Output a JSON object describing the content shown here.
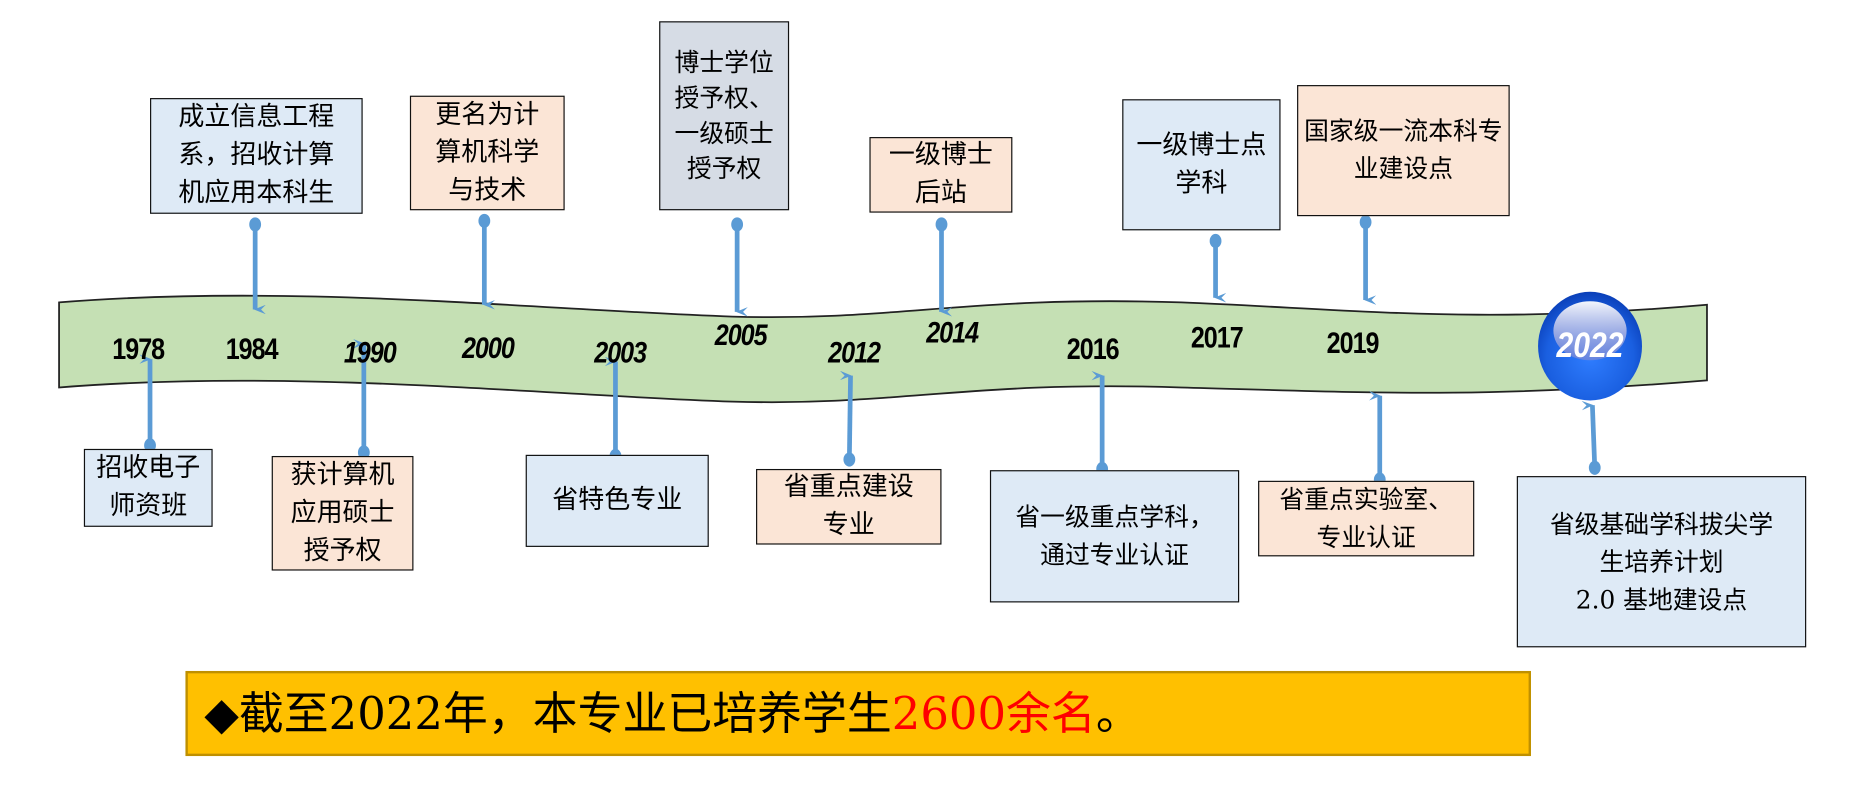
{
  "timeline": {
    "years": [
      "1978",
      "1984",
      "1990",
      "2000",
      "2003",
      "2005",
      "2012",
      "2014",
      "2016",
      "2017",
      "2019",
      "2022"
    ],
    "top_events": [
      {
        "year": "1984",
        "text": "成立信息工程\n系，招收计算\n机应用本科生"
      },
      {
        "year": "2000",
        "text": "更名为计\n算机科学\n与技术"
      },
      {
        "year": "2005",
        "text": "博士学位\n授予权、\n一级硕士\n授予权"
      },
      {
        "year": "2014",
        "text": "一级博士\n后站"
      },
      {
        "year": "2017",
        "text": "一级博士点\n学科"
      },
      {
        "year": "2019",
        "text": "国家级一流本科专\n业建设点"
      }
    ],
    "bottom_events": [
      {
        "year": "1978",
        "text": "招收电子\n师资班"
      },
      {
        "year": "1990",
        "text": "获计算机\n应用硕士\n授予权"
      },
      {
        "year": "2003",
        "text": "省特色专业"
      },
      {
        "year": "2012",
        "text": "省重点建设\n专业"
      },
      {
        "year": "2016",
        "text": "省一级重点学科，\n通过专业认证"
      },
      {
        "year": "2019",
        "text": "省重点实验室、\n专业认证"
      },
      {
        "year": "2022",
        "text": "省级基础学科拔尖学\n生培养计划\n2.0 基地建设点"
      }
    ]
  },
  "summary": {
    "prefix": "◆截至2022年，本专业已培养学生",
    "highlight": "2600余名",
    "suffix": "。"
  },
  "colors": {
    "band": "#c5e0b4",
    "connector": "#5b9bd5",
    "highlight": "#ff0000",
    "banner": "#ffc000"
  }
}
